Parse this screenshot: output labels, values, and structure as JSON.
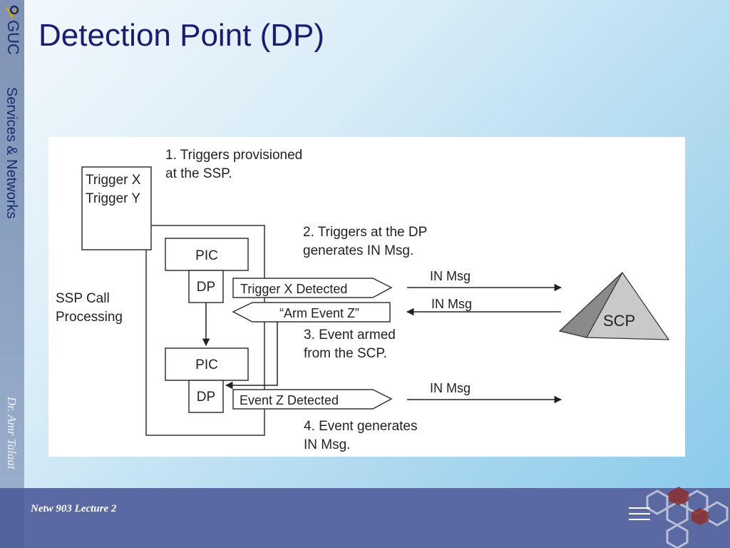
{
  "slide": {
    "title": "Detection Point (DP)",
    "logo_text": "GUC",
    "course_title": "Services & Networks",
    "author": "Dr. Amr Talaat",
    "footer_text": "Netw 903 Lecture 2"
  },
  "diagram": {
    "step1_line1": "1. Triggers provisioned",
    "step1_line2": "at the SSP.",
    "trigger_x": "Trigger X",
    "trigger_y": "Trigger Y",
    "step2_line1": "2. Triggers at the DP",
    "step2_line2": "generates IN Msg.",
    "pic_top": "PIC",
    "dp_top": "DP",
    "pic_bottom": "PIC",
    "dp_bottom": "DP",
    "ssp_line1": "SSP Call",
    "ssp_line2": "Processing",
    "trigger_x_detected": "Trigger X Detected",
    "arm_event_z": "“Arm Event Z”",
    "event_z_detected": "Event Z Detected",
    "in_msg_1": "IN Msg",
    "in_msg_2": "IN Msg",
    "in_msg_3": "IN Msg",
    "scp": "SCP",
    "step3_line1": "3. Event armed",
    "step3_line2": "from the SCP.",
    "step4_line1": "4. Event generates",
    "step4_line2": "IN Msg."
  }
}
